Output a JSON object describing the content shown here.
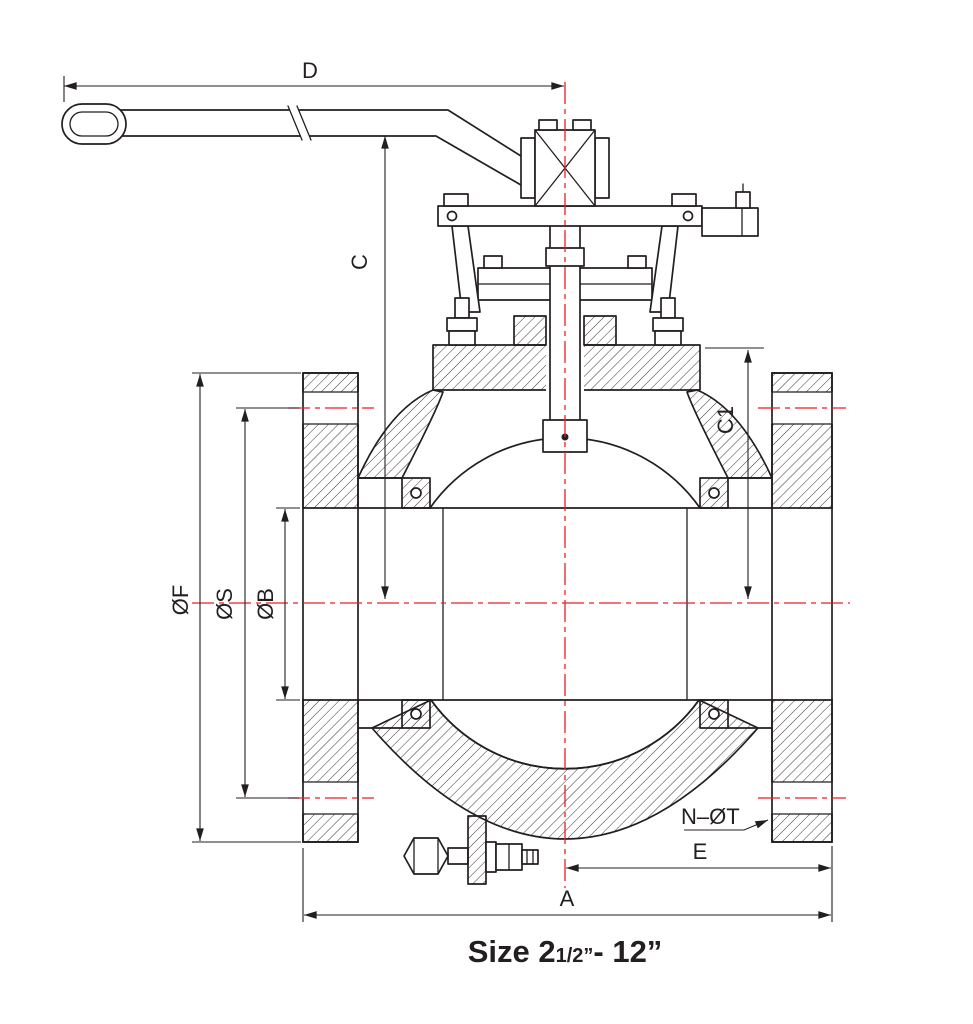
{
  "drawing": {
    "title": "Flanged ball valve cross-section technical drawing",
    "dimensions": {
      "D": "D",
      "C": "C",
      "C1": "C1",
      "OF": "ØF",
      "OS": "ØS",
      "OB": "ØB",
      "NOT": "N–ØT",
      "E": "E",
      "A": "A"
    },
    "caption": {
      "prefix": "Size 2",
      "fraction": "1/2”",
      "suffix": "- 12”"
    },
    "colors": {
      "line": "#231f20",
      "centerline": "#ed1c24",
      "background": "#ffffff"
    }
  }
}
